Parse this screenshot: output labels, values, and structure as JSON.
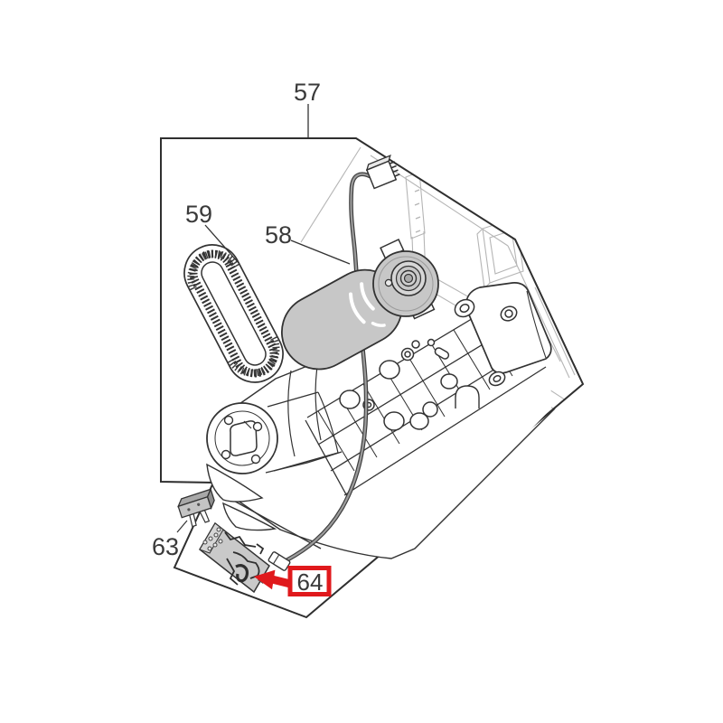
{
  "diagram": {
    "type": "exploded-parts-diagram",
    "labels": {
      "enclosure": "57",
      "motor": "58",
      "belt": "59",
      "microswitch": "63",
      "board": "64"
    },
    "highlight": {
      "part": "64",
      "style": "red-box-with-arrow"
    },
    "colors": {
      "red": "#e0191c",
      "line": "#333333",
      "background_line": "#b5b5b5",
      "part_gray": "#c7c7c7",
      "text": "#3a3a3a"
    }
  }
}
